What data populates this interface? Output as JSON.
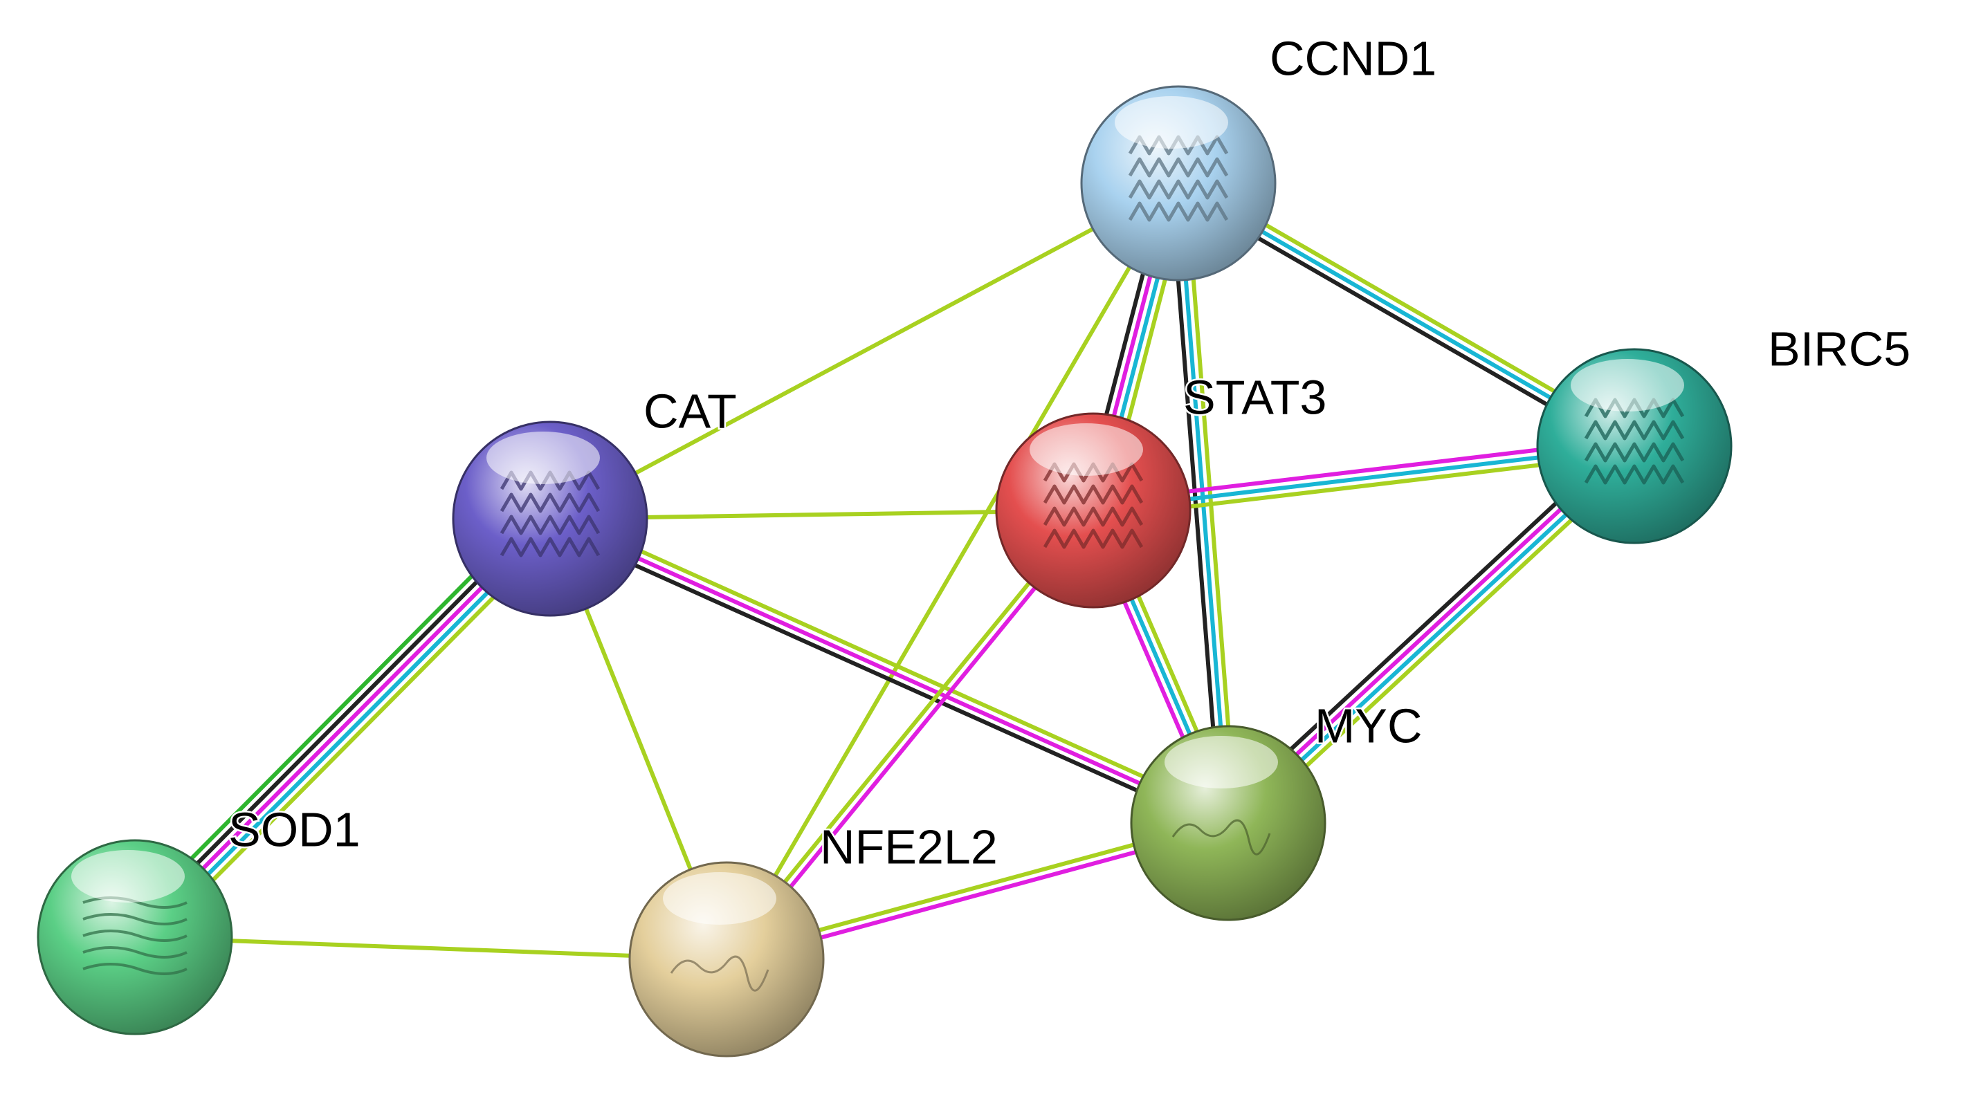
{
  "evidence_colors": {
    "textmining": "#a8d120",
    "coexpression": "#222222",
    "database": "#18b6d4",
    "experimental": "#e01ee0",
    "neighborhood": "#2eb52e"
  },
  "nodes": [
    {
      "id": "CCND1",
      "label": "CCND1",
      "color": "#a9d2ef",
      "icon": "helix-structure-icon"
    },
    {
      "id": "BIRC5",
      "label": "BIRC5",
      "color": "#2fae9a",
      "icon": "helix-structure-icon"
    },
    {
      "id": "CAT",
      "label": "CAT",
      "color": "#6c5fc9",
      "icon": "helix-structure-icon"
    },
    {
      "id": "STAT3",
      "label": "STAT3",
      "color": "#e44f4f",
      "icon": "helix-structure-icon"
    },
    {
      "id": "MYC",
      "label": "MYC",
      "color": "#8fb658",
      "icon": "coil-structure-icon"
    },
    {
      "id": "SOD1",
      "label": "SOD1",
      "color": "#5bcf86",
      "icon": "sheet-structure-icon"
    },
    {
      "id": "NFE2L2",
      "label": "NFE2L2",
      "color": "#e4cf9c",
      "icon": "coil-structure-icon"
    }
  ],
  "edges": [
    {
      "source": "CCND1",
      "target": "CAT",
      "evidence": [
        "textmining"
      ]
    },
    {
      "source": "CCND1",
      "target": "STAT3",
      "evidence": [
        "textmining",
        "database",
        "experimental",
        "coexpression"
      ]
    },
    {
      "source": "CCND1",
      "target": "MYC",
      "evidence": [
        "textmining",
        "database",
        "coexpression"
      ]
    },
    {
      "source": "CCND1",
      "target": "BIRC5",
      "evidence": [
        "textmining",
        "database",
        "coexpression"
      ]
    },
    {
      "source": "CCND1",
      "target": "NFE2L2",
      "evidence": [
        "textmining"
      ]
    },
    {
      "source": "CAT",
      "target": "STAT3",
      "evidence": [
        "textmining"
      ]
    },
    {
      "source": "CAT",
      "target": "MYC",
      "evidence": [
        "textmining",
        "experimental",
        "coexpression"
      ]
    },
    {
      "source": "CAT",
      "target": "SOD1",
      "evidence": [
        "textmining",
        "database",
        "experimental",
        "coexpression",
        "neighborhood"
      ]
    },
    {
      "source": "CAT",
      "target": "NFE2L2",
      "evidence": [
        "textmining"
      ]
    },
    {
      "source": "STAT3",
      "target": "BIRC5",
      "evidence": [
        "experimental",
        "database",
        "textmining"
      ]
    },
    {
      "source": "STAT3",
      "target": "MYC",
      "evidence": [
        "textmining",
        "database",
        "experimental"
      ]
    },
    {
      "source": "STAT3",
      "target": "NFE2L2",
      "evidence": [
        "experimental",
        "textmining"
      ]
    },
    {
      "source": "BIRC5",
      "target": "MYC",
      "evidence": [
        "textmining",
        "database",
        "experimental",
        "coexpression"
      ]
    },
    {
      "source": "MYC",
      "target": "NFE2L2",
      "evidence": [
        "experimental",
        "textmining"
      ]
    },
    {
      "source": "SOD1",
      "target": "NFE2L2",
      "evidence": [
        "textmining"
      ]
    }
  ]
}
